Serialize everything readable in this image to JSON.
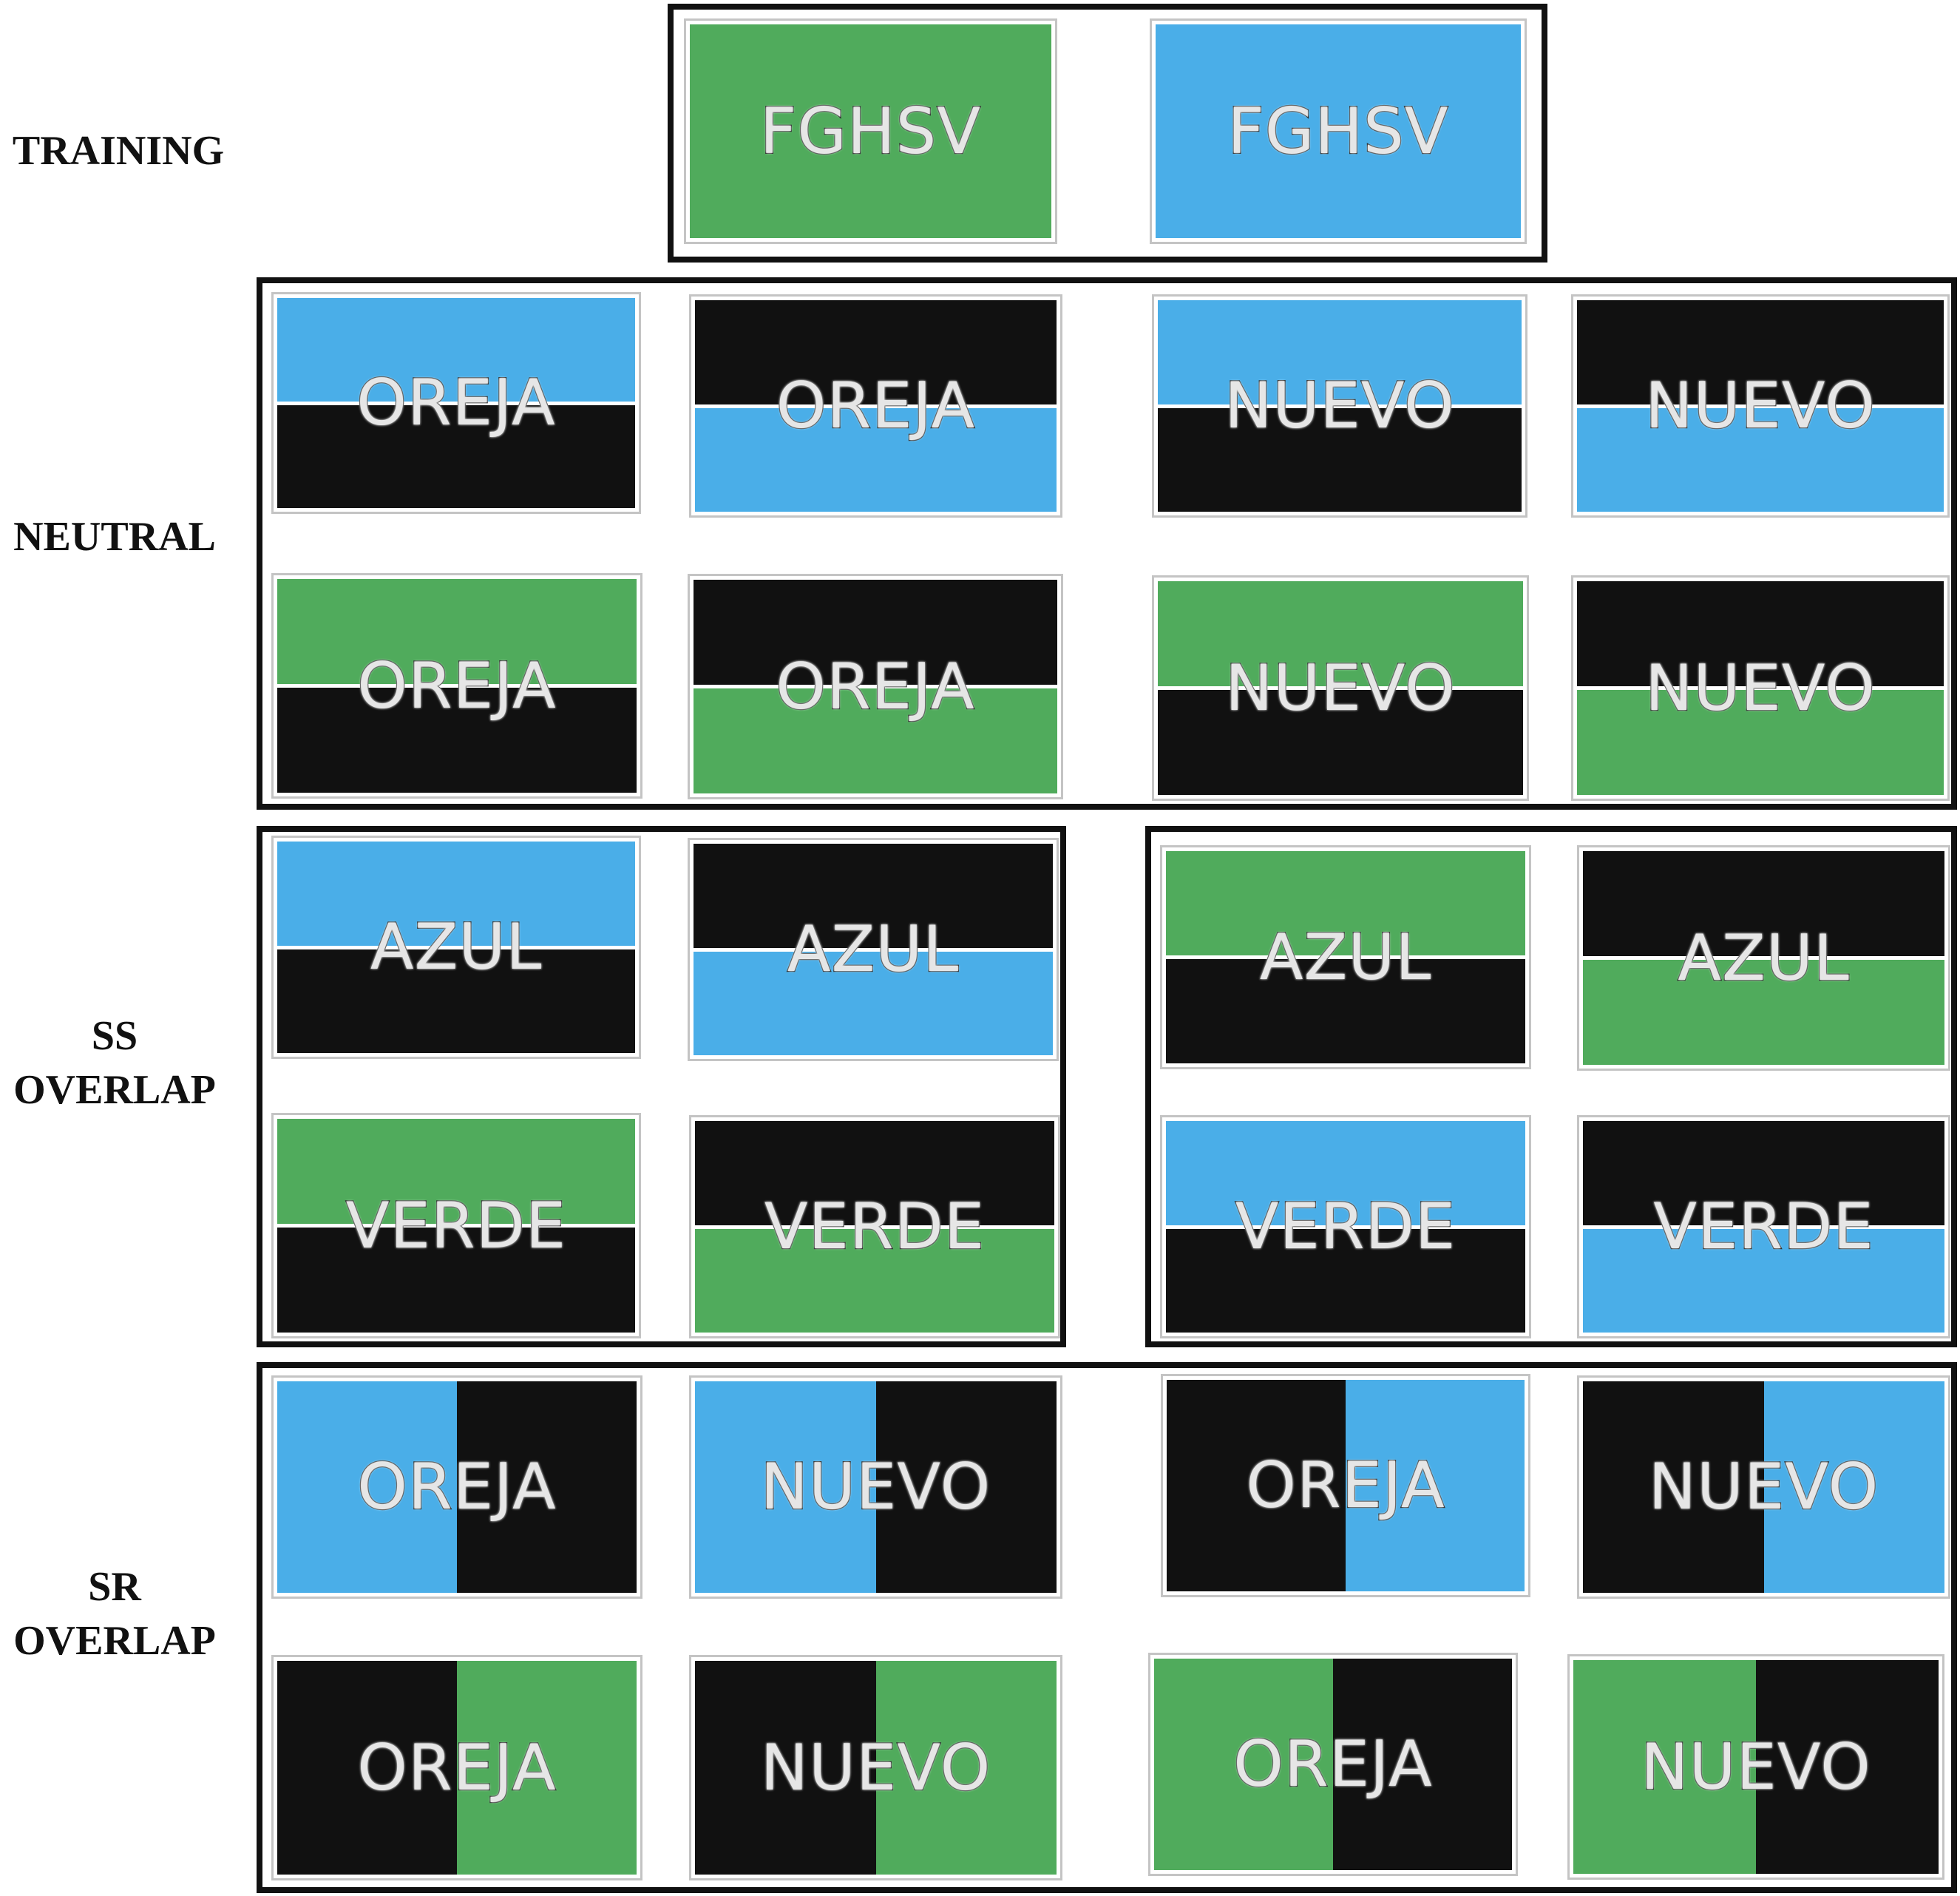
{
  "colors": {
    "green": "#50ab5c",
    "blue": "#4aaee8",
    "black": "#111111"
  },
  "rows": [
    {
      "key": "training",
      "label": "TRAINING"
    },
    {
      "key": "neutral",
      "label": "NEUTRAL"
    },
    {
      "key": "ss_overlap",
      "label": "SS\nOVERLAP"
    },
    {
      "key": "sr_overlap",
      "label": "SR\nOVERLAP"
    }
  ],
  "training": [
    {
      "word": "FGHSV",
      "split": "none",
      "colors": [
        "green"
      ]
    },
    {
      "word": "FGHSV",
      "split": "none",
      "colors": [
        "blue"
      ]
    }
  ],
  "neutral": [
    {
      "word": "OREJA",
      "split": "horizontal",
      "colors": [
        "blue",
        "black"
      ]
    },
    {
      "word": "OREJA",
      "split": "horizontal",
      "colors": [
        "black",
        "blue"
      ]
    },
    {
      "word": "NUEVO",
      "split": "horizontal",
      "colors": [
        "blue",
        "black"
      ]
    },
    {
      "word": "NUEVO",
      "split": "horizontal",
      "colors": [
        "black",
        "blue"
      ]
    },
    {
      "word": "OREJA",
      "split": "horizontal",
      "colors": [
        "green",
        "black"
      ]
    },
    {
      "word": "OREJA",
      "split": "horizontal",
      "colors": [
        "black",
        "green"
      ]
    },
    {
      "word": "NUEVO",
      "split": "horizontal",
      "colors": [
        "green",
        "black"
      ]
    },
    {
      "word": "NUEVO",
      "split": "horizontal",
      "colors": [
        "black",
        "green"
      ]
    }
  ],
  "ss_overlap": [
    {
      "word": "AZUL",
      "split": "horizontal",
      "colors": [
        "blue",
        "black"
      ]
    },
    {
      "word": "AZUL",
      "split": "horizontal",
      "colors": [
        "black",
        "blue"
      ]
    },
    {
      "word": "VERDE",
      "split": "horizontal",
      "colors": [
        "green",
        "black"
      ]
    },
    {
      "word": "VERDE",
      "split": "horizontal",
      "colors": [
        "black",
        "green"
      ]
    },
    {
      "word": "AZUL",
      "split": "horizontal",
      "colors": [
        "green",
        "black"
      ]
    },
    {
      "word": "AZUL",
      "split": "horizontal",
      "colors": [
        "black",
        "green"
      ]
    },
    {
      "word": "VERDE",
      "split": "horizontal",
      "colors": [
        "blue",
        "black"
      ]
    },
    {
      "word": "VERDE",
      "split": "horizontal",
      "colors": [
        "black",
        "blue"
      ]
    }
  ],
  "sr_overlap": [
    {
      "word": "OREJA",
      "split": "vertical",
      "colors": [
        "blue",
        "black"
      ]
    },
    {
      "word": "NUEVO",
      "split": "vertical",
      "colors": [
        "blue",
        "black"
      ]
    },
    {
      "word": "OREJA",
      "split": "vertical",
      "colors": [
        "black",
        "blue"
      ]
    },
    {
      "word": "NUEVO",
      "split": "vertical",
      "colors": [
        "black",
        "blue"
      ]
    },
    {
      "word": "OREJA",
      "split": "vertical",
      "colors": [
        "black",
        "green"
      ]
    },
    {
      "word": "NUEVO",
      "split": "vertical",
      "colors": [
        "black",
        "green"
      ]
    },
    {
      "word": "OREJA",
      "split": "vertical",
      "colors": [
        "green",
        "black"
      ]
    },
    {
      "word": "NUEVO",
      "split": "vertical",
      "colors": [
        "green",
        "black"
      ]
    }
  ]
}
